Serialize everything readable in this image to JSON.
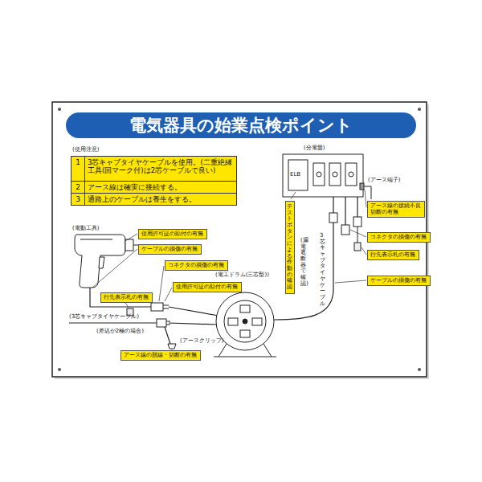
{
  "diagram": {
    "title": "電気器具の始業点検ポイント",
    "nodes": [
      {
        "text": [
          "テストボタンによる作動の確認"
        ]
      },
      {
        "text": [
          "アース線の接続不良 切断の有無"
        ]
      },
      {
        "text": [
          "使用許可証の貼付の有無"
        ]
      },
      {
        "text": [
          "コネクタの損傷の有無"
        ]
      },
      {
        "text": [
          "ケーブルの損傷の有無"
        ]
      },
      {
        "text": [
          "行先表示札の有無"
        ]
      },
      {
        "text": [
          "コネクタの損傷の有無"
        ]
      },
      {
        "text": [
          "ケーブルの損傷の有無"
        ]
      },
      {
        "text": [
          "使用許可証の貼付の有無"
        ]
      },
      {
        "text": [
          "行先表示札の有無"
        ]
      },
      {
        "text": [
          "アース線の脱線・切断の有無"
        ]
      }
    ],
    "labels": [
      "(使用注意)",
      "1",
      "3芯キャブタイヤケーブルを使用。(二重絶縁工具(回マーク付)は2芯ケーブルで良い)",
      "2",
      "アース線は確実に接続する。",
      "3",
      "通路上のケーブルは養生をする。",
      "(分電盤)",
      "ELB",
      "(アース端子)",
      "(漏電遮断器で確認)",
      "3芯キャブタイヤケーブル",
      "(電動工具)",
      "(電工ドラム(三芯型))",
      "(3芯キャブタイヤケーブル)",
      "(差込が2極の場合)",
      "(アースクリップ)"
    ]
  }
}
